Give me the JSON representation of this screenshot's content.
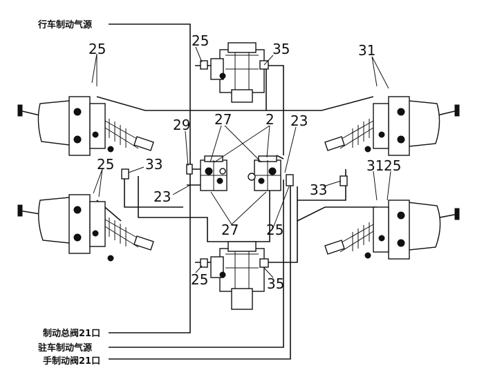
{
  "labels": {
    "service_brake_source": "行车制动气源",
    "brake_main_valve": "制动总阀21口",
    "parking_brake_source": "驻车制动气源",
    "hand_brake_valve": "手制动阀21口"
  },
  "callouts": {
    "n25": "25",
    "n35": "35",
    "n31": "31",
    "n29": "29",
    "n27": "27",
    "n2": "2",
    "n23": "23",
    "n33": "33"
  },
  "colors": {
    "line": "#111111",
    "background": "#ffffff"
  }
}
